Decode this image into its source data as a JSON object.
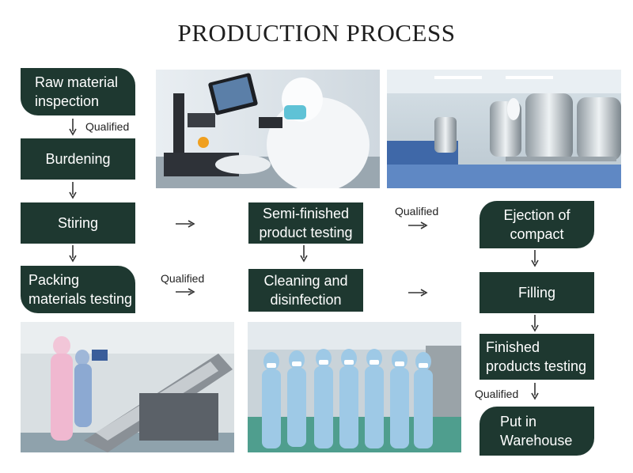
{
  "title": "PRODUCTION PROCESS",
  "steps": {
    "raw_material": "Raw material inspection",
    "burdening": "Burdening",
    "stiring": "Stiring",
    "packing": "Packing materials testing",
    "semi_finished": "Semi-finished product testing",
    "cleaning": "Cleaning and disinfection",
    "ejection": "Ejection of compact",
    "filling": "Filling",
    "finished": "Finished products testing",
    "warehouse": "Put in Warehouse"
  },
  "labels": {
    "qualified_1": "Qualified",
    "qualified_2": "Qualified",
    "qualified_3": "Qualified",
    "qualified_4": "Qualified"
  },
  "colors": {
    "box": "#1e3830",
    "arrow": "#333333"
  },
  "photos": [
    "lab-microscope-photo",
    "clean-room-tanks-photo",
    "packaging-machine-photo",
    "workers-group-photo"
  ]
}
